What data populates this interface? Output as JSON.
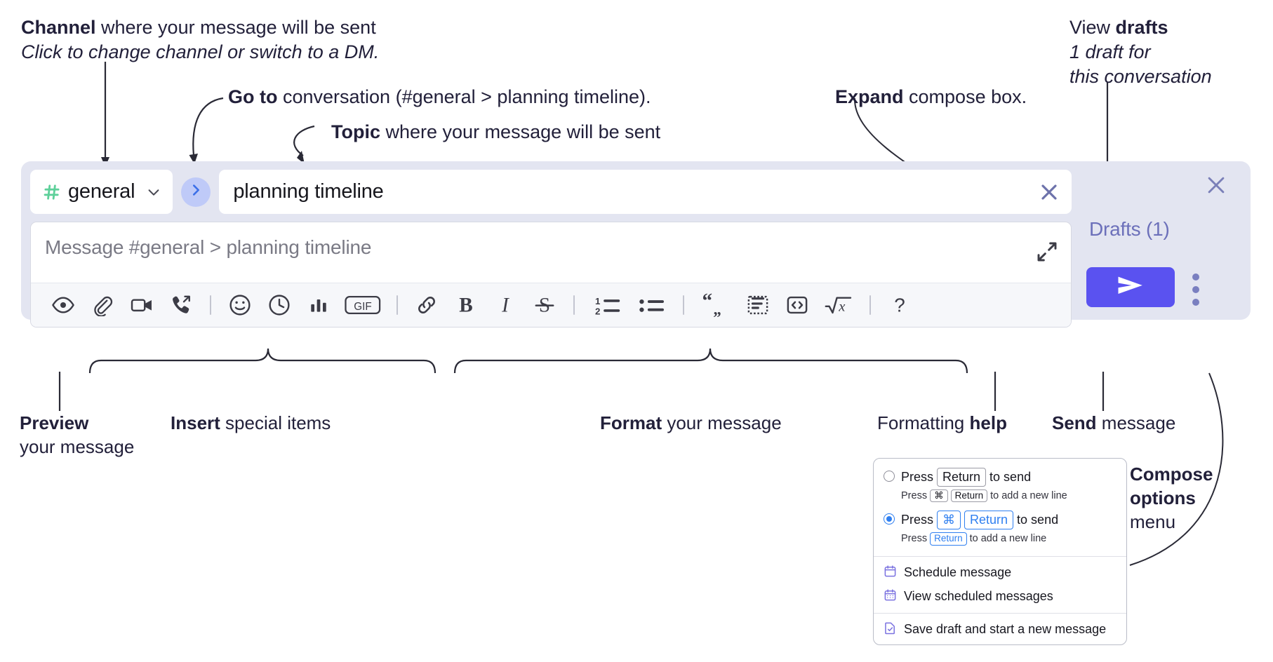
{
  "annotations": {
    "channel": {
      "bold": "Channel",
      "rest": " where your message will be sent",
      "italic": "Click to change channel or switch to a DM."
    },
    "goto": {
      "bold": "Go to",
      "rest": " conversation (#general > planning timeline)."
    },
    "topic": {
      "bold": "Topic",
      "rest": " where your message will be sent"
    },
    "expand": {
      "bold": "Expand",
      "rest": " compose box."
    },
    "drafts": {
      "bold_lead": "View ",
      "bold": "drafts",
      "italic1": "1 draft for",
      "italic2": "this conversation"
    },
    "preview": {
      "bold": "Preview",
      "line2": "your message"
    },
    "insert": {
      "bold": "Insert",
      "rest": " special items"
    },
    "format": {
      "bold": "Format",
      "rest": " your message"
    },
    "help": {
      "lead": "Formatting ",
      "bold": "help"
    },
    "send": {
      "bold": "Send",
      "rest": " message"
    },
    "compose_options": {
      "bold1": "Compose",
      "bold2": "options",
      "rest": "menu"
    }
  },
  "compose": {
    "channel_name": "general",
    "channel_icon": "hash-icon",
    "channel_chevron": "chevron-down-icon",
    "goto_icon": "chevron-right-icon",
    "topic_value": "planning timeline",
    "topic_clear_icon": "close-icon",
    "message_placeholder": "Message #general > planning timeline",
    "expand_icon": "expand-diagonal-icon",
    "panel_close_icon": "close-icon",
    "drafts_label": "Drafts (1)",
    "send_icon": "send-paper-plane-icon",
    "options_icon": "kebab-vertical-icon",
    "toolbar": [
      {
        "name": "preview-icon",
        "label": "Preview"
      },
      {
        "name": "attachment-icon",
        "label": "Attach file"
      },
      {
        "name": "video-camera-icon",
        "label": "Video clip"
      },
      {
        "name": "phone-forward-icon",
        "label": "Audio clip"
      },
      {
        "name": "separator",
        "label": ""
      },
      {
        "name": "emoji-smiley-icon",
        "label": "Emoji"
      },
      {
        "name": "clock-icon",
        "label": "Reminder"
      },
      {
        "name": "bar-chart-icon",
        "label": "Poll"
      },
      {
        "name": "gif-icon",
        "label": "GIF"
      },
      {
        "name": "separator",
        "label": ""
      },
      {
        "name": "link-icon",
        "label": "Link"
      },
      {
        "name": "bold-icon",
        "label": "B"
      },
      {
        "name": "italic-icon",
        "label": "I"
      },
      {
        "name": "strikethrough-icon",
        "label": "S"
      },
      {
        "name": "separator",
        "label": ""
      },
      {
        "name": "ordered-list-icon",
        "label": "Ordered list"
      },
      {
        "name": "bulleted-list-icon",
        "label": "Bulleted list"
      },
      {
        "name": "separator",
        "label": ""
      },
      {
        "name": "blockquote-icon",
        "label": "Blockquote"
      },
      {
        "name": "code-block-icon",
        "label": "Code block"
      },
      {
        "name": "inline-code-icon",
        "label": "Inline code"
      },
      {
        "name": "math-icon",
        "label": "Math"
      },
      {
        "name": "separator",
        "label": ""
      },
      {
        "name": "help-question-icon",
        "label": "?"
      }
    ],
    "gif_label": "GIF",
    "bold_label": "B",
    "italic_label": "I",
    "strike_label": "S",
    "help_label": "?",
    "ordered_one": "1",
    "ordered_two": "2"
  },
  "dropdown": {
    "option1": {
      "selected": false,
      "main_pre": "Press",
      "main_key": "Return",
      "main_post": "to send",
      "sub_pre": "Press",
      "sub_key1": "⌘",
      "sub_key2": "Return",
      "sub_post": "to add a new line"
    },
    "option2": {
      "selected": true,
      "main_pre": "Press",
      "main_key1": "⌘",
      "main_key2": "Return",
      "main_post": "to send",
      "sub_pre": "Press",
      "sub_key": "Return",
      "sub_post": "to add a new line"
    },
    "items": [
      {
        "icon": "calendar-icon",
        "label": "Schedule message"
      },
      {
        "icon": "calendar-grid-icon",
        "label": "View scheduled messages"
      },
      {
        "icon": "save-draft-file-icon",
        "label": "Save draft and start a new message"
      }
    ]
  },
  "colors": {
    "panel_bg": "#e3e5f1",
    "send_purple": "#5a52f0",
    "hash_green": "#5ed09a",
    "goto_blue": "#3b6fe8",
    "drafts_purple": "#6c70ba",
    "accent_blue": "#2f7ff0",
    "menu_icon_purple": "#7b72e0"
  }
}
